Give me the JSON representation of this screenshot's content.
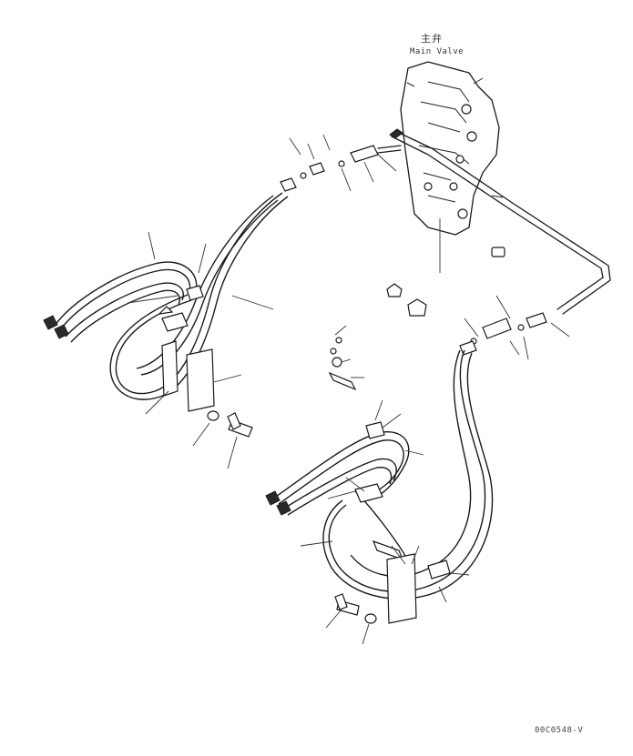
{
  "diagram": {
    "main_valve_label_jp": "主弁",
    "main_valve_label_en": "Main Valve",
    "figure_code": "00C0548-V"
  }
}
